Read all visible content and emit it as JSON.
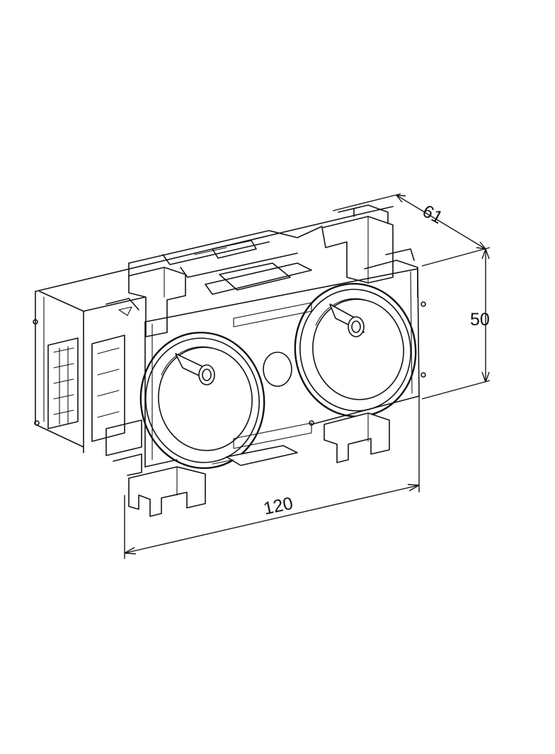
{
  "dimensions": {
    "width_label": "120",
    "height_label": "50",
    "depth_label": "61"
  },
  "product": {
    "socket_count": 2
  }
}
